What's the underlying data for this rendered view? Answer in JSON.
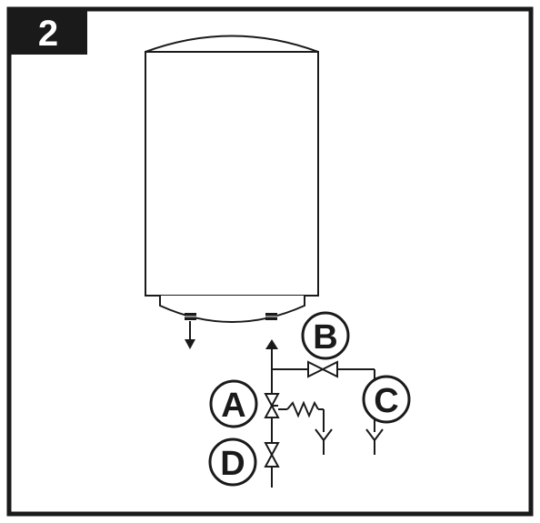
{
  "step": {
    "number": "2"
  },
  "labels": {
    "a": "A",
    "b": "B",
    "c": "C",
    "d": "D"
  },
  "colors": {
    "ink": "#1a1a1a",
    "paper": "#ffffff"
  }
}
